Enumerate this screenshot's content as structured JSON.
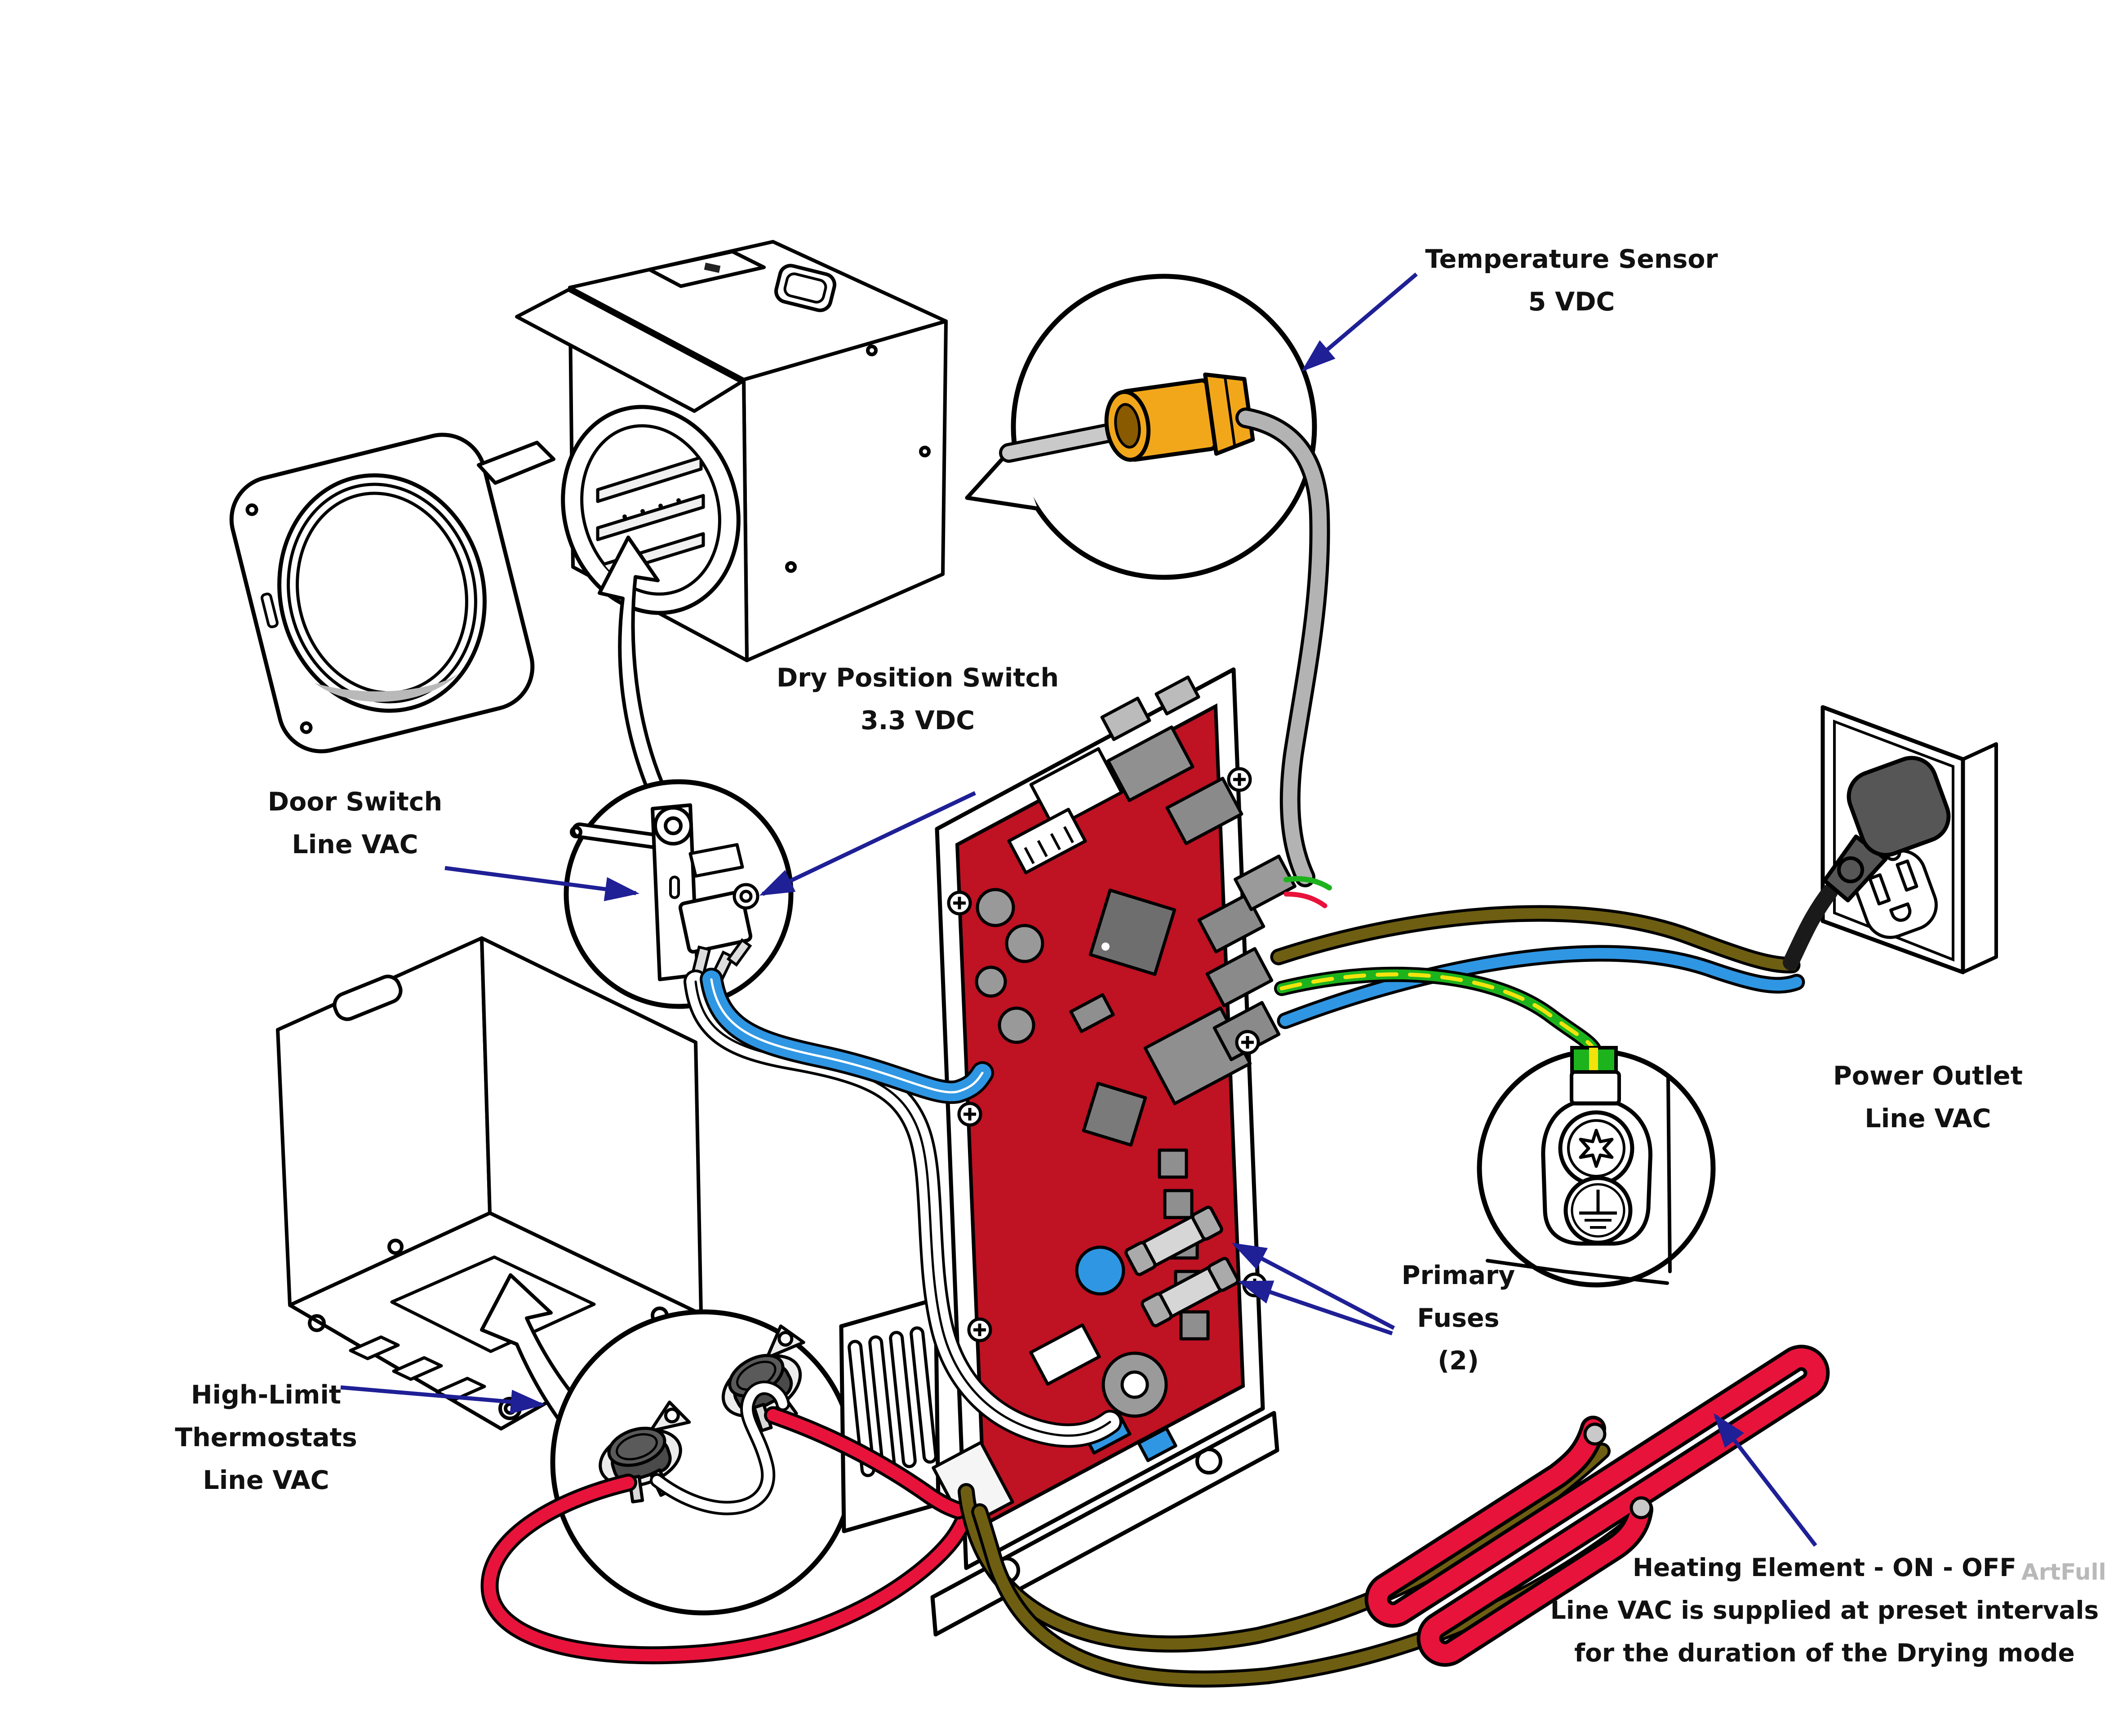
{
  "labels": {
    "temperature_sensor": {
      "lines": [
        "Temperature Sensor",
        "5 VDC"
      ]
    },
    "dry_position_switch": {
      "lines": [
        "Dry Position Switch",
        "3.3 VDC"
      ]
    },
    "door_switch": {
      "lines": [
        "Door Switch",
        "Line VAC"
      ]
    },
    "high_limit_thermostats": {
      "lines": [
        "High-Limit",
        "Thermostats",
        "Line VAC"
      ]
    },
    "primary_fuses": {
      "lines": [
        "Primary",
        "Fuses",
        "(2)"
      ]
    },
    "power_outlet": {
      "lines": [
        "Power Outlet",
        "Line VAC"
      ]
    },
    "heating_element": {
      "lines": [
        "Heating Element - ON - OFF",
        "Line VAC is supplied at preset intervals",
        "for the duration of the Drying mode"
      ]
    },
    "watermark": "ArtFull"
  },
  "parts": [
    "sterilizer-unit-door-open",
    "temperature-sensor",
    "dry-position-and-door-switch",
    "control-board-pcb",
    "primary-fuses",
    "high-limit-thermostats",
    "ground-terminal",
    "power-outlet-with-plug",
    "heating-element",
    "bottom-enclosure"
  ],
  "colors": {
    "annotation_arrow": "#1f1f96",
    "pcb_red": "#bf1222",
    "wire_red": "#e8133b",
    "wire_blue": "#2f96e3",
    "wire_olive": "#6e5e12",
    "wire_green": "#1db31d",
    "wire_yellow": "#f2e30c",
    "sensor_orange": "#f2a71b",
    "cable_gray": "#b3b3b3",
    "plug_gray": "#565656",
    "component_gray": "#8f8f8f",
    "watermark_gray": "#b9b9b9",
    "text": "#111111"
  }
}
